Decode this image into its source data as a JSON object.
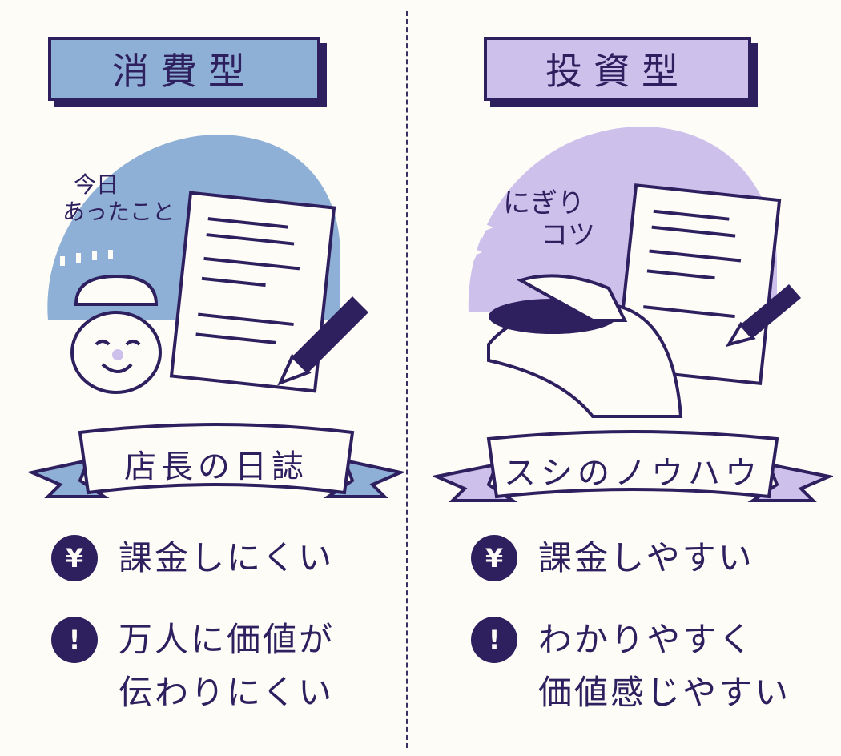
{
  "colors": {
    "ink": "#2e1f5e",
    "blue": "#8fb0d6",
    "purple": "#cdc1ec",
    "paper": "#fdfcf7"
  },
  "left": {
    "title": "消費型",
    "bubble_text": "今日\nあったこと",
    "ribbon": "店長の日誌",
    "points": [
      {
        "icon": "yen-icon",
        "glyph": "¥",
        "text": "課金しにくい"
      },
      {
        "icon": "exclamation-icon",
        "glyph": "!",
        "text": "万人に価値が\n伝わりにくい"
      }
    ]
  },
  "right": {
    "title": "投資型",
    "bubble_text": "にぎり\nコツ",
    "ribbon": "スシのノウハウ",
    "points": [
      {
        "icon": "yen-icon",
        "glyph": "¥",
        "text": "課金しやすい"
      },
      {
        "icon": "exclamation-icon",
        "glyph": "!",
        "text": "わかりやすく\n価値感じやすい"
      }
    ]
  }
}
